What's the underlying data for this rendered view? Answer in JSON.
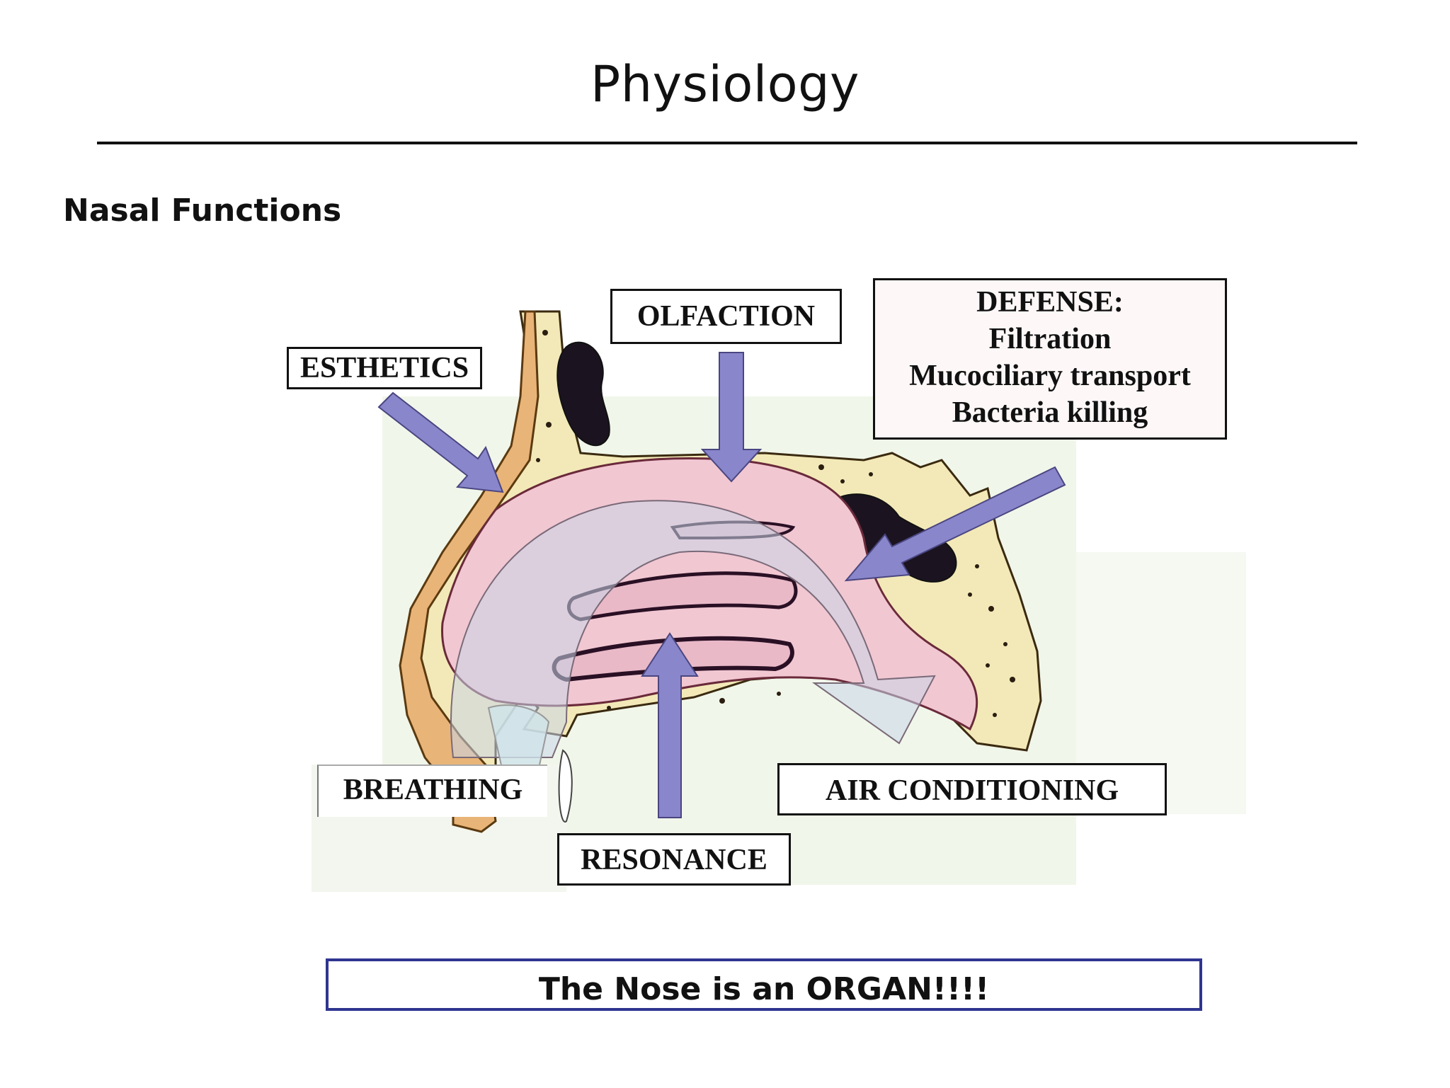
{
  "slide": {
    "title": "Physiology",
    "subtitle": "Nasal Functions",
    "callout": "The Nose is an ORGAN!!!!"
  },
  "labels": {
    "olfaction": "OLFACTION",
    "esthetics": "ESTHETICS",
    "defense": [
      "DEFENSE:",
      "Filtration",
      "Mucociliary transport",
      "Bacteria killing"
    ],
    "breathing": "BREATHING",
    "air_conditioning": "AIR CONDITIONING",
    "resonance": "RESONANCE"
  },
  "colors": {
    "arrow": "#8a86cc",
    "mucosa": "#f1c7d2",
    "bone": "#f3e9b8",
    "cartilage": "#e9b478",
    "callout_border": "#2f3590"
  }
}
